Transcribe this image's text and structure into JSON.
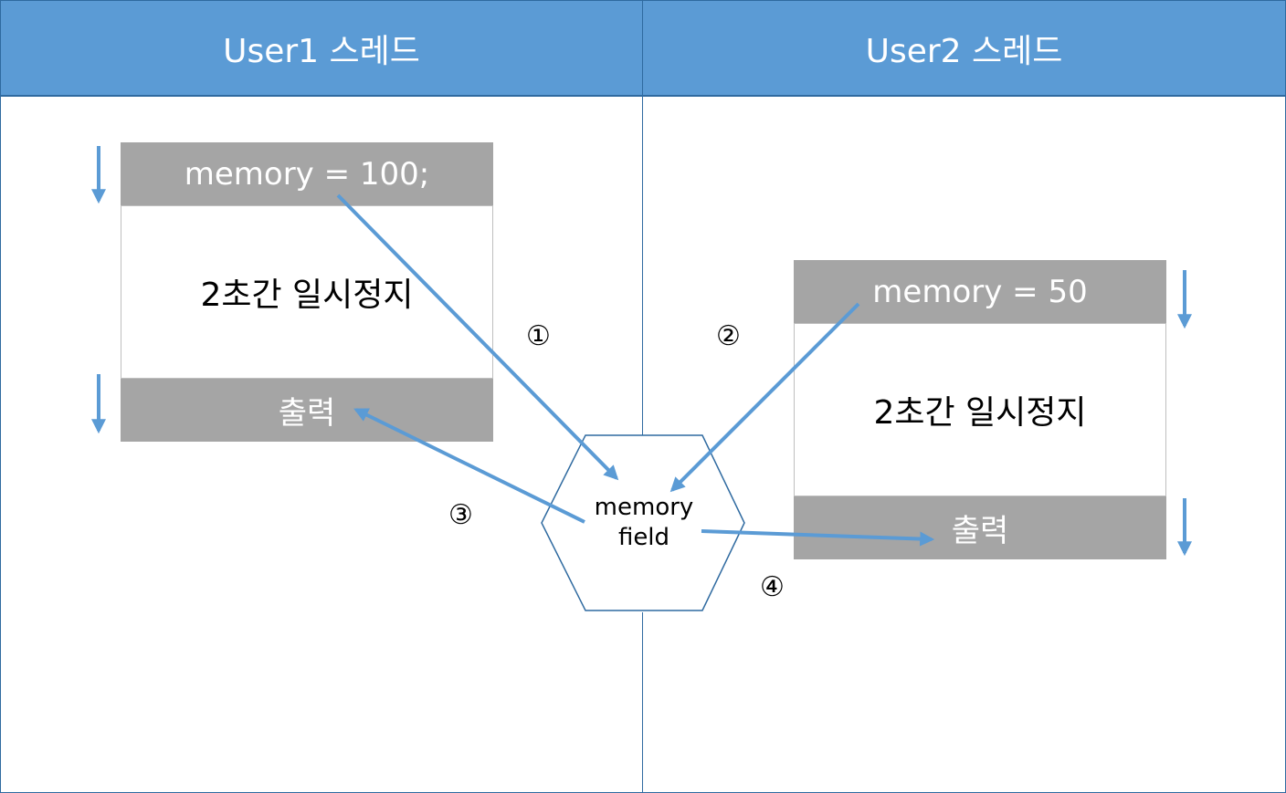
{
  "lanes": {
    "left": {
      "title": "User1 스레드"
    },
    "right": {
      "title": "User2 스레드"
    }
  },
  "user1": {
    "assign": "memory  =  100;",
    "pause": "2초간 일시정지",
    "output": "출력"
  },
  "user2": {
    "assign": "memory  =  50",
    "pause": "2초간 일시정지",
    "output": "출력"
  },
  "shared": {
    "line1": "memory",
    "line2": "field"
  },
  "steps": [
    "①",
    "②",
    "③",
    "④"
  ],
  "colors": {
    "header": "#5b9bd5",
    "arrow": "#5b9bd5",
    "code_box": "#a5a5a5",
    "border": "#2f6aa0"
  }
}
